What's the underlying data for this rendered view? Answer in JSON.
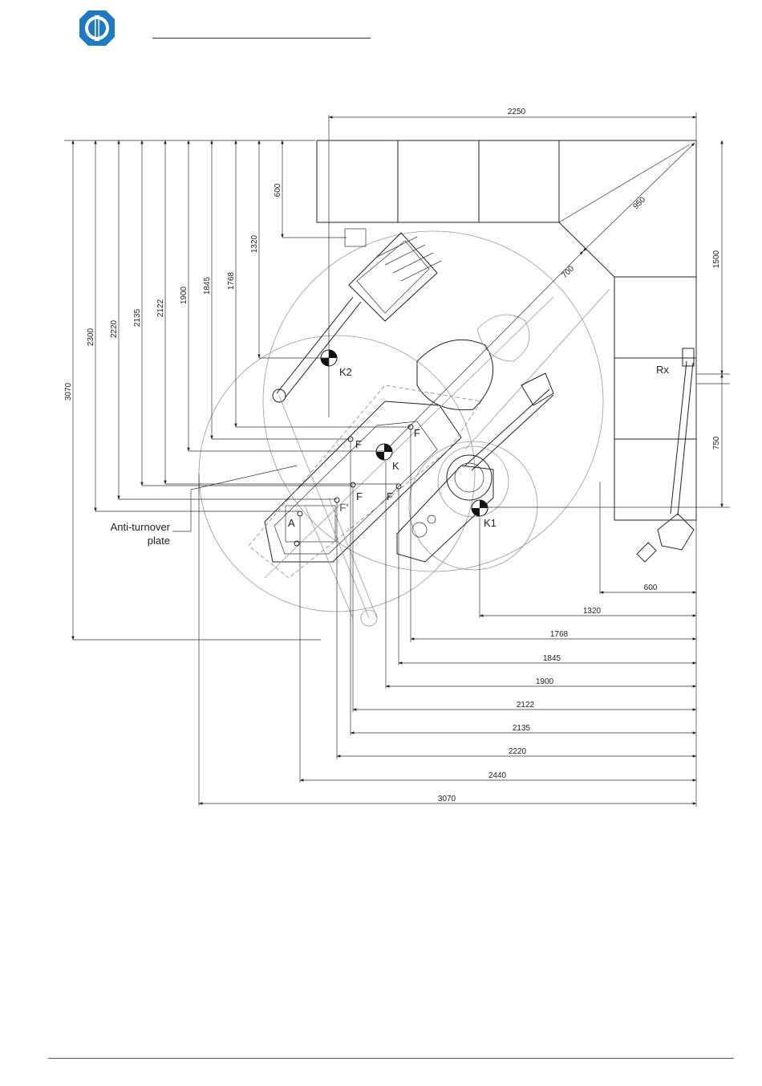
{
  "logo": {
    "icon": "company-logo-icon",
    "color": "#1f7bc1"
  },
  "labels": {
    "k": "K",
    "k1": "K1",
    "k2": "K2",
    "f1": "F",
    "f2": "F",
    "f3": "F",
    "f4": "F",
    "f_prime": "F'",
    "a": "A",
    "rx": "Rx",
    "anti_turnover_line1": "Anti-turnover",
    "anti_turnover_line2": "plate"
  },
  "dimensions": {
    "top_width": "2250",
    "diagonal_950": "950",
    "diagonal_700": "700",
    "right_1500": "1500",
    "right_750": "750",
    "vertical": [
      "3070",
      "2300",
      "2220",
      "2135",
      "2122",
      "1900",
      "1845",
      "1768",
      "1320",
      "600"
    ],
    "horizontal": [
      "600",
      "1320",
      "1768",
      "1845",
      "1900",
      "2122",
      "2135",
      "2220",
      "2440",
      "3070"
    ]
  }
}
